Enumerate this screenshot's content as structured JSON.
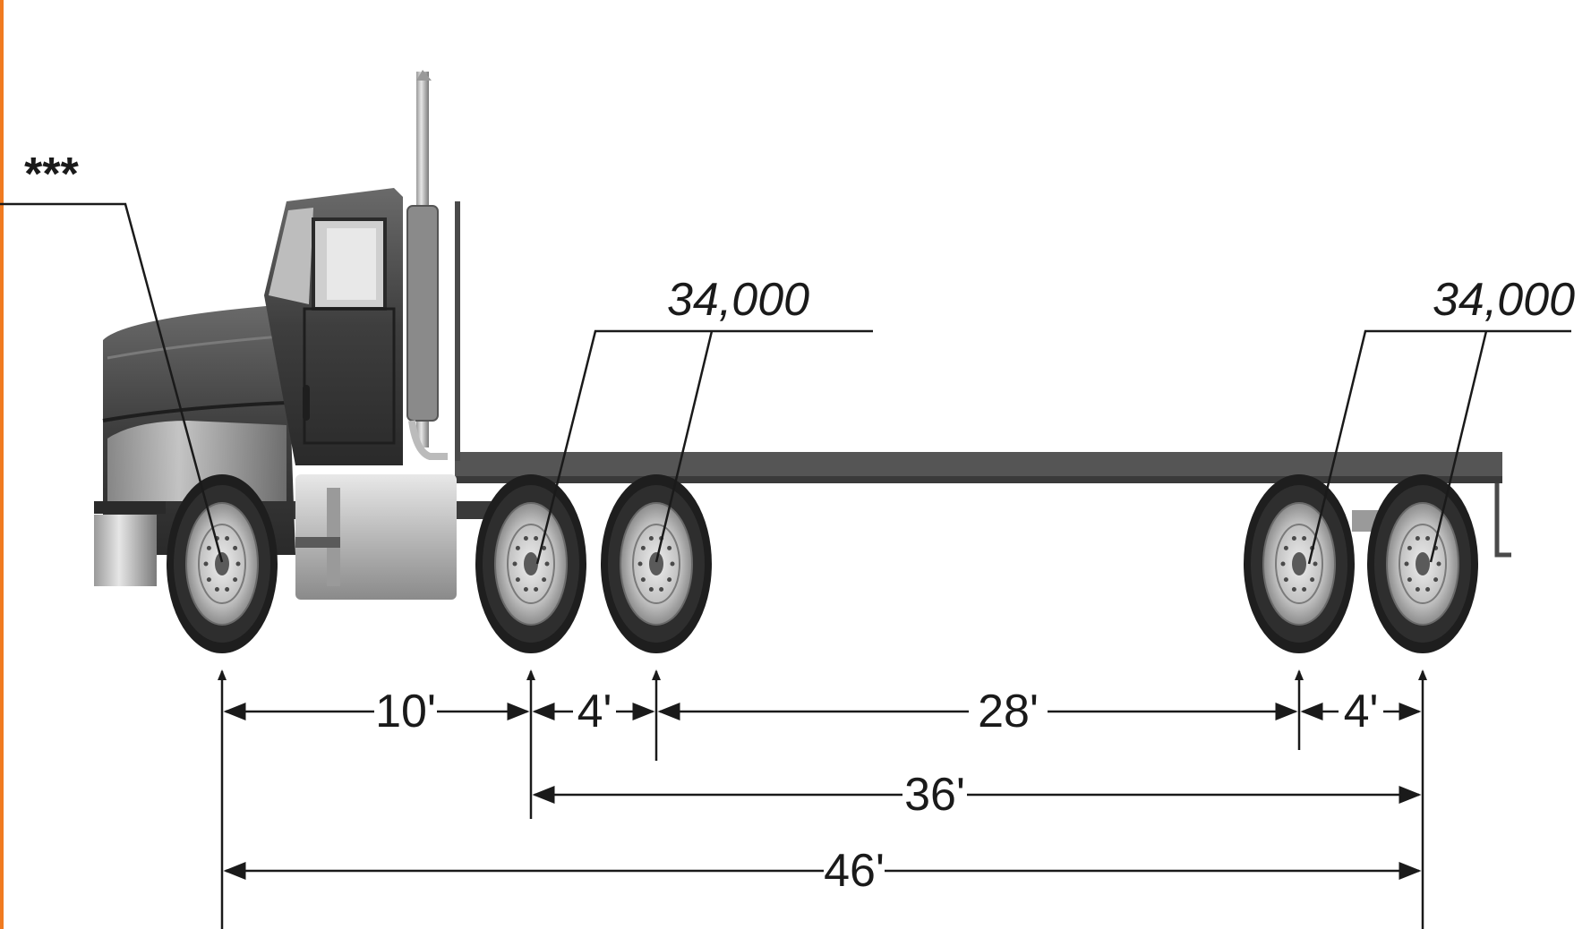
{
  "diagram": {
    "steer_axle_label": "***",
    "drive_axle_weight": "34,000",
    "trailer_axle_weight": "34,000",
    "dimensions": {
      "steer_to_drive": "10'",
      "drive_tandem": "4'",
      "drive_to_trailer": "28'",
      "trailer_tandem": "4'",
      "drive_to_rear": "36'",
      "overall": "46'"
    },
    "colors": {
      "border_accent": "#f07a20",
      "truck_body": "#4a4a4a",
      "tire": "#1e1e1e",
      "rim": "#b8b8b8",
      "line": "#1a1a1a"
    }
  }
}
